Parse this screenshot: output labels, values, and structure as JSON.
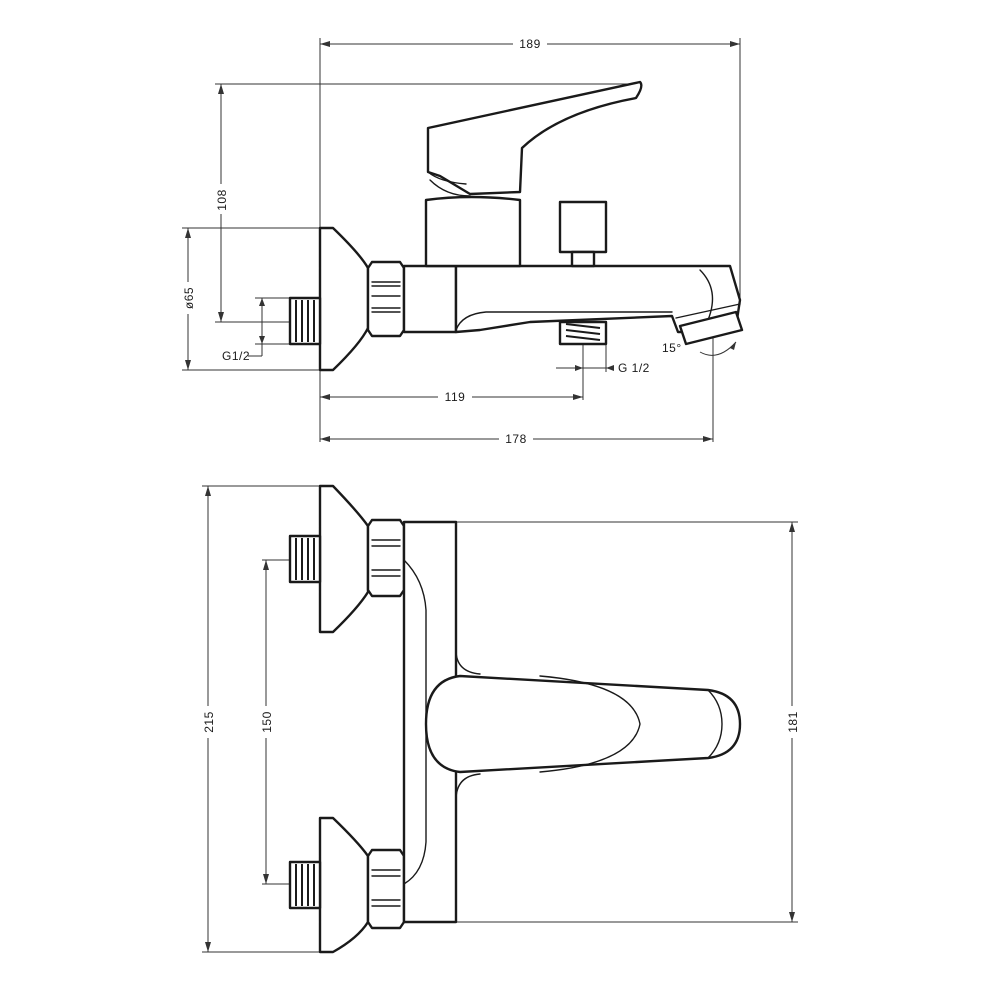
{
  "side_view": {
    "dim_width_total": "189",
    "dim_height": "108",
    "dim_flange_diameter": "ø65",
    "dim_inlet_thread": "G1/2",
    "dim_outlet_thread": "G 1/2",
    "dim_outlet_position": "119",
    "dim_spout_reach": "178",
    "dim_spout_angle": "15°"
  },
  "top_view": {
    "dim_overall_height": "215",
    "dim_inlet_spacing": "150",
    "dim_body_height": "181"
  },
  "colors": {
    "line": "#1a1a1a",
    "dimension": "#333333",
    "background": "#ffffff"
  }
}
